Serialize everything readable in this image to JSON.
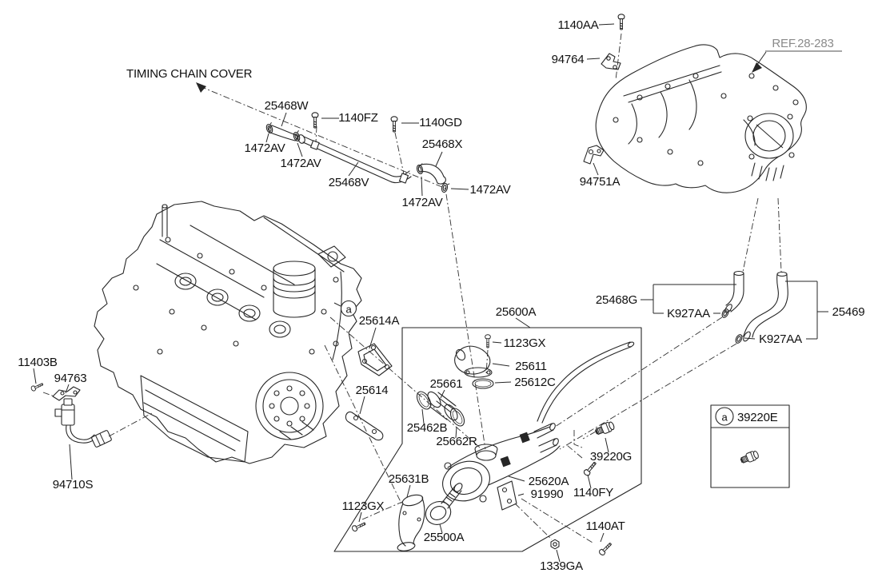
{
  "colors": {
    "background": "#ffffff",
    "line": "#262626",
    "label": "#101010",
    "ref_gray": "#8a8a8a"
  },
  "note": {
    "timing_chain_cover": "TIMING CHAIN COVER",
    "ref": "REF.28-283"
  },
  "legend": {
    "marker": "a",
    "part": "39220E"
  },
  "engine_marker": "a",
  "callouts": [
    {
      "id": "25468W",
      "text": "25468W"
    },
    {
      "id": "1140FZ",
      "text": "1140FZ"
    },
    {
      "id": "1140GD",
      "text": "1140GD"
    },
    {
      "id": "25468X",
      "text": "25468X"
    },
    {
      "id": "1472AV-1",
      "text": "1472AV"
    },
    {
      "id": "1472AV-2",
      "text": "1472AV"
    },
    {
      "id": "25468V",
      "text": "25468V"
    },
    {
      "id": "1472AV-3",
      "text": "1472AV"
    },
    {
      "id": "1472AV-4",
      "text": "1472AV"
    },
    {
      "id": "1140AA",
      "text": "1140AA"
    },
    {
      "id": "94764",
      "text": "94764"
    },
    {
      "id": "94751A",
      "text": "94751A"
    },
    {
      "id": "25600A",
      "text": "25600A"
    },
    {
      "id": "25468G",
      "text": "25468G"
    },
    {
      "id": "K927AA-1",
      "text": "K927AA"
    },
    {
      "id": "25469",
      "text": "25469"
    },
    {
      "id": "K927AA-2",
      "text": "K927AA"
    },
    {
      "id": "25614A",
      "text": "25614A"
    },
    {
      "id": "1123GX-1",
      "text": "1123GX"
    },
    {
      "id": "25611",
      "text": "25611"
    },
    {
      "id": "25612C",
      "text": "25612C"
    },
    {
      "id": "25661",
      "text": "25661"
    },
    {
      "id": "25614",
      "text": "25614"
    },
    {
      "id": "25462B",
      "text": "25462B"
    },
    {
      "id": "25662R",
      "text": "25662R"
    },
    {
      "id": "11403B",
      "text": "11403B"
    },
    {
      "id": "94763",
      "text": "94763"
    },
    {
      "id": "94710S",
      "text": "94710S"
    },
    {
      "id": "39220G",
      "text": "39220G"
    },
    {
      "id": "25631B",
      "text": "25631B"
    },
    {
      "id": "25620A",
      "text": "25620A"
    },
    {
      "id": "91990",
      "text": "91990"
    },
    {
      "id": "1140FY",
      "text": "1140FY"
    },
    {
      "id": "1123GX-2",
      "text": "1123GX"
    },
    {
      "id": "25500A",
      "text": "25500A"
    },
    {
      "id": "1140AT",
      "text": "1140AT"
    },
    {
      "id": "1339GA",
      "text": "1339GA"
    }
  ]
}
